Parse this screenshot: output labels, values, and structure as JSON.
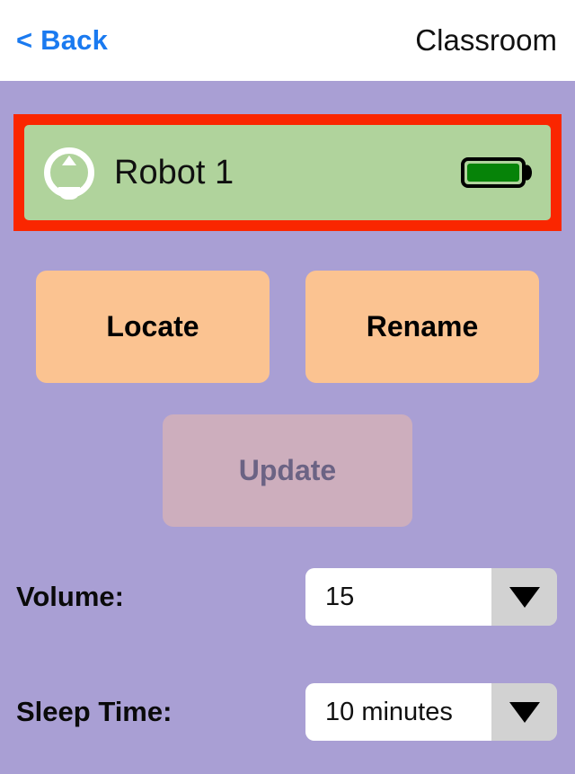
{
  "nav": {
    "back_label": "< Back",
    "title": "Classroom"
  },
  "robot_card": {
    "name": "Robot 1",
    "icon": "robot-circle-icon",
    "battery_icon": "battery-full-icon",
    "battery_level_percent": 100,
    "highlight_color": "#fa2600",
    "card_color": "#b0d39c"
  },
  "actions": {
    "locate_label": "Locate",
    "rename_label": "Rename",
    "update_label": "Update",
    "button_color": "#fbc391",
    "disabled_color": "#cdaebd"
  },
  "settings": {
    "volume": {
      "label": "Volume:",
      "value": "15"
    },
    "sleep_time": {
      "label": "Sleep Time:",
      "value": "10 minutes"
    }
  },
  "theme": {
    "background": "#a99fd4",
    "accent_blue": "#1a7af0"
  }
}
